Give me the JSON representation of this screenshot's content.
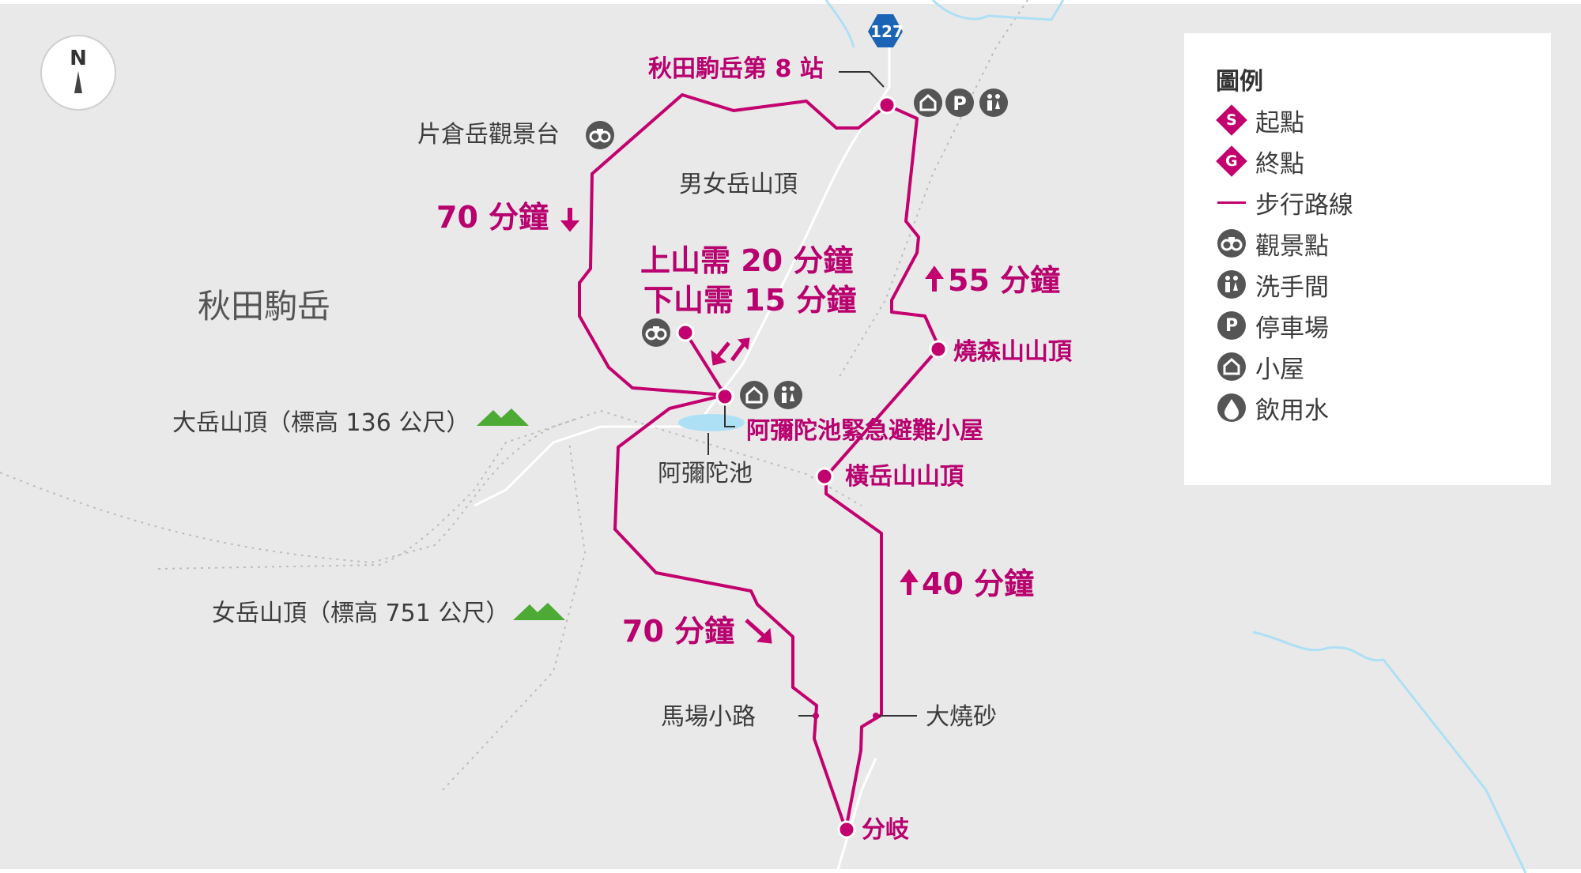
{
  "colors": {
    "route": "#c2006e",
    "route_text": "#b8006e",
    "water": "#aee0f5",
    "mountain": "#4caa35",
    "road_sign": "#1a63b5",
    "icon_bg": "#555555"
  },
  "compass": {
    "letter": "N"
  },
  "road": {
    "number": "127"
  },
  "title": "秋田駒岳",
  "places": {
    "station": "秋田駒岳第 8 站",
    "katakura": "片倉岳觀景台",
    "danjo": "男女岳山頂",
    "yakemori": "燒森山山頂",
    "hut": "阿彌陀池緊急避難小屋",
    "pond": "阿彌陀池",
    "yokodake": "橫岳山山頂",
    "odake": "大岳山頂（標高 136 公尺）",
    "medake": "女岳山頂（標高 751 公尺）",
    "baba": "馬場小路",
    "oyakesuna": "大燒砂",
    "bunki": "分岐"
  },
  "times": {
    "left_down": "70 分鐘",
    "up": "上山需 20 分鐘",
    "down": "下山需 15 分鐘",
    "right_up": "55 分鐘",
    "right_up2": "40 分鐘",
    "left_down2": "70 分鐘"
  },
  "legend": {
    "title": "圖例",
    "items": [
      {
        "icon": "start-icon",
        "glyph": "S",
        "label": "起點"
      },
      {
        "icon": "goal-icon",
        "glyph": "G",
        "label": "終點"
      },
      {
        "icon": "route-line-icon",
        "glyph": "",
        "label": "步行路線"
      },
      {
        "icon": "binoculars-icon",
        "glyph": "",
        "label": "觀景點"
      },
      {
        "icon": "toilet-icon",
        "glyph": "",
        "label": "洗手間"
      },
      {
        "icon": "parking-icon",
        "glyph": "P",
        "label": "停車場"
      },
      {
        "icon": "hut-icon",
        "glyph": "",
        "label": "小屋"
      },
      {
        "icon": "water-icon",
        "glyph": "",
        "label": "飲用水"
      }
    ]
  }
}
